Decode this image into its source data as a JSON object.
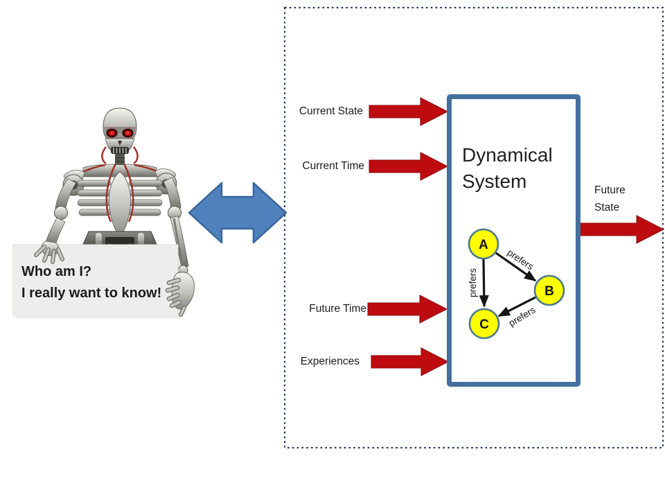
{
  "sign": {
    "line1": "Who am I?",
    "line2": "I really want to know!"
  },
  "system_box": {
    "title_line1": "Dynamical",
    "title_line2": "System"
  },
  "inputs": [
    {
      "label": "Current State"
    },
    {
      "label": "Current Time"
    },
    {
      "label": "Future Time"
    },
    {
      "label": "Experiences"
    }
  ],
  "output": {
    "label_line1": "Future",
    "label_line2": "State"
  },
  "graph": {
    "nodes": [
      {
        "label": "A"
      },
      {
        "label": "B"
      },
      {
        "label": "C"
      }
    ],
    "edges": [
      {
        "from": "A",
        "to": "B",
        "label": "prefers"
      },
      {
        "from": "A",
        "to": "C",
        "label": "prefers"
      },
      {
        "from": "B",
        "to": "C",
        "label": "prefers"
      }
    ]
  },
  "colors": {
    "input_arrow": "#BD0B10",
    "connector_arrow": "#4F81BD",
    "system_box_border": "#44709D",
    "node_fill": "#FFFF00",
    "node_ring": "#4E7A8E",
    "outer_border": "#1F3864",
    "sign_background": "#EDEDEB",
    "eye_red": "#E51515"
  }
}
